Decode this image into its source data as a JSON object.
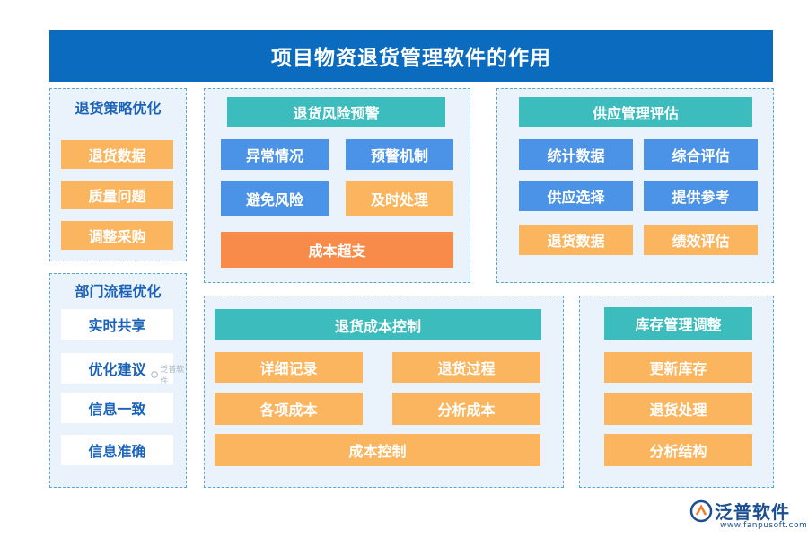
{
  "title": "项目物资退货管理软件的作用",
  "strategy": {
    "title": "退货策略优化",
    "items": [
      "退货数据",
      "质量问题",
      "调整采购"
    ]
  },
  "process": {
    "title": "部门流程优化",
    "items": [
      "实时共享",
      "优化建议",
      "信息一致",
      "信息准确"
    ]
  },
  "risk": {
    "title": "退货风险预警",
    "items": [
      "异常情况",
      "预警机制",
      "避免风险",
      "及时处理"
    ],
    "wide": "成本超支"
  },
  "supply": {
    "title": "供应管理评估",
    "items": [
      "统计数据",
      "综合评估",
      "供应选择",
      "提供参考",
      "退货数据",
      "绩效评估"
    ]
  },
  "cost": {
    "title": "退货成本控制",
    "items": [
      "详细记录",
      "退货过程",
      "各项成本",
      "分析成本"
    ],
    "wide": "成本控制"
  },
  "inventory": {
    "title": "库存管理调整",
    "items": [
      "更新库存",
      "退货处理",
      "分析结构"
    ]
  },
  "watermark": {
    "small": "泛普软件",
    "logo_name": "泛普软件",
    "logo_url": "www.fanpusoft.com"
  },
  "colors": {
    "header": "#0b6bbf",
    "orange": "#fbb55e",
    "blue": "#4b93e6",
    "teal": "#3cbcbc",
    "deep_orange": "#f98b4a",
    "panel_bg": "#eaf3fb",
    "panel_border": "#58a9c9"
  }
}
